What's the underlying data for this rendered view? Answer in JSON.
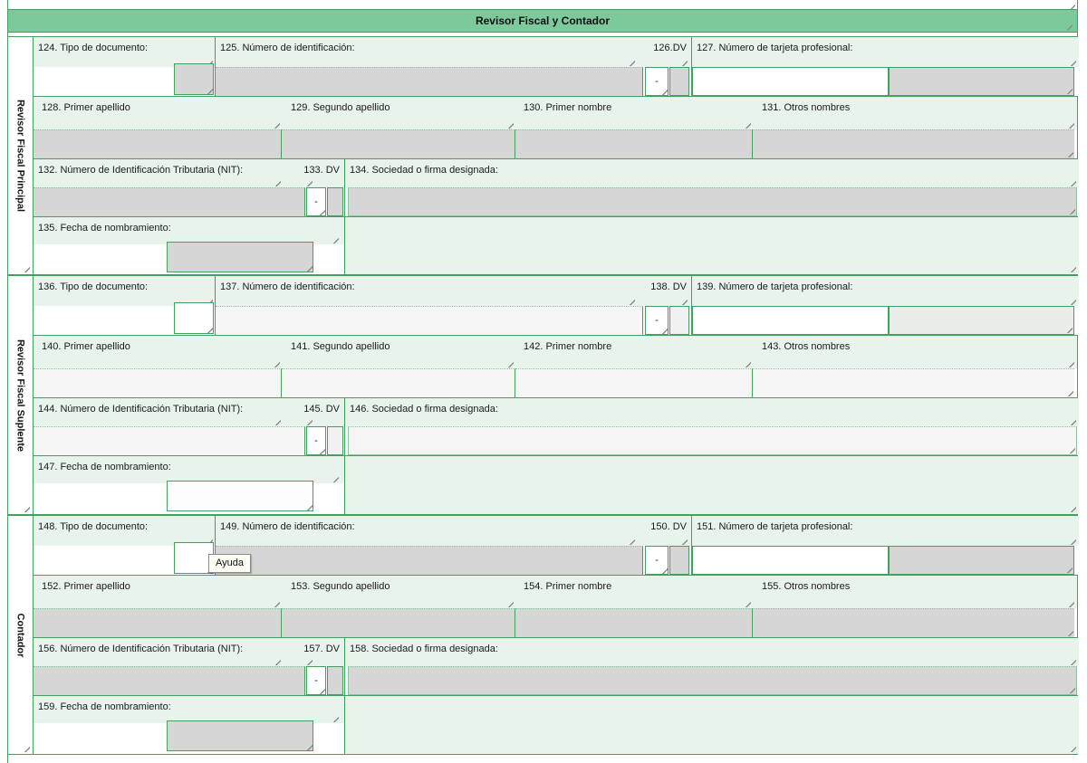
{
  "title": "Revisor Fiscal y Contador",
  "tooltip": {
    "text": "Ayuda"
  },
  "dv_dash": "-",
  "colors": {
    "header_bg": "#7cc99c",
    "label_bg": "#e7f3eb",
    "border": "#43a05e",
    "input_gray": "#d5d6d5",
    "input_light": "#f4f5f4"
  },
  "sections": [
    {
      "side_label": "Revisor Fiscal Principal",
      "fields": {
        "tipo": "124. Tipo de documento:",
        "num_id": "125. Número de identificación:",
        "dv_a": "126.DV",
        "tarjeta": "127. Número de tarjeta profesional:",
        "primer_apellido": "128. Primer apellido",
        "segundo_apellido": "129. Segundo apellido",
        "primer_nombre": "130. Primer nombre",
        "otros_nombres": "131. Otros nombres",
        "nit": "132. Número de Identificación Tributaria (NIT):",
        "dv_b": "133. DV",
        "sociedad": "134. Sociedad o firma designada:",
        "fecha": "135. Fecha de nombramiento:"
      }
    },
    {
      "side_label": "Revisor Fiscal Suplente",
      "fields": {
        "tipo": "136. Tipo de documento:",
        "num_id": "137. Número de identificación:",
        "dv_a": "138. DV",
        "tarjeta": "139. Número de tarjeta profesional:",
        "primer_apellido": "140. Primer apellido",
        "segundo_apellido": "141. Segundo apellido",
        "primer_nombre": "142. Primer nombre",
        "otros_nombres": "143. Otros nombres",
        "nit": "144. Número de Identificación Tributaria (NIT):",
        "dv_b": "145. DV",
        "sociedad": "146. Sociedad o firma designada:",
        "fecha": "147. Fecha de nombramiento:"
      }
    },
    {
      "side_label": "Contador",
      "fields": {
        "tipo": "148. Tipo de documento:",
        "num_id": "149. Número de identificación:",
        "dv_a": "150. DV",
        "tarjeta": "151. Número de tarjeta profesional:",
        "primer_apellido": "152. Primer apellido",
        "segundo_apellido": "153. Segundo apellido",
        "primer_nombre": "154. Primer nombre",
        "otros_nombres": "155. Otros nombres",
        "nit": "156. Número de Identificación Tributaria (NIT):",
        "dv_b": "157. DV",
        "sociedad": "158. Sociedad o firma designada:",
        "fecha": "159. Fecha de nombramiento:"
      }
    }
  ]
}
